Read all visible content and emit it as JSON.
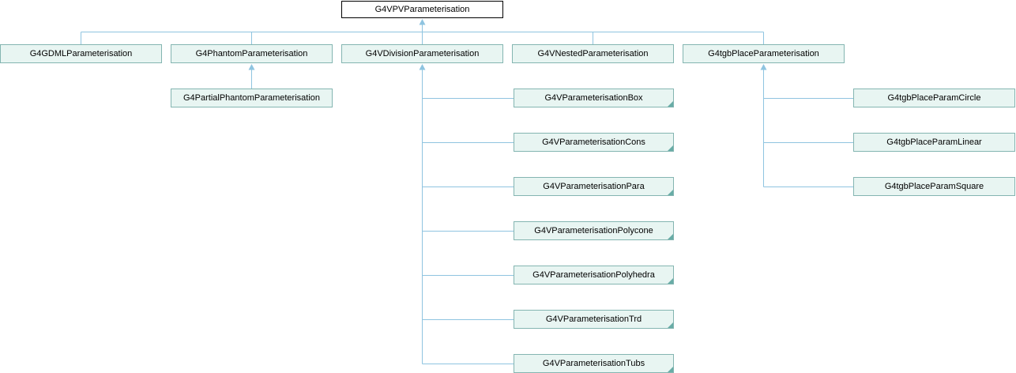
{
  "colors": {
    "edge": "#8fc4e0",
    "node-border": "#84b5b1",
    "node-fill": "#e8f5f2",
    "fold": "#68aca6",
    "root-border": "#000000",
    "root-fill": "#ffffff",
    "text": "#000000"
  },
  "hierarchy": {
    "root": {
      "label": "G4VPVParameterisation"
    },
    "children": [
      {
        "label": "G4GDMLParameterisation"
      },
      {
        "label": "G4PhantomParameterisation",
        "children": [
          {
            "label": "G4PartialPhantomParameterisation"
          }
        ]
      },
      {
        "label": "G4VDivisionParameterisation",
        "children": [
          {
            "label": "G4VParameterisationBox",
            "truncated": true
          },
          {
            "label": "G4VParameterisationCons",
            "truncated": true
          },
          {
            "label": "G4VParameterisationPara",
            "truncated": true
          },
          {
            "label": "G4VParameterisationPolycone",
            "truncated": true
          },
          {
            "label": "G4VParameterisationPolyhedra",
            "truncated": true
          },
          {
            "label": "G4VParameterisationTrd",
            "truncated": true
          },
          {
            "label": "G4VParameterisationTubs",
            "truncated": true
          }
        ]
      },
      {
        "label": "G4VNestedParameterisation"
      },
      {
        "label": "G4tgbPlaceParameterisation",
        "children": [
          {
            "label": "G4tgbPlaceParamCircle"
          },
          {
            "label": "G4tgbPlaceParamLinear"
          },
          {
            "label": "G4tgbPlaceParamSquare"
          }
        ]
      }
    ]
  }
}
